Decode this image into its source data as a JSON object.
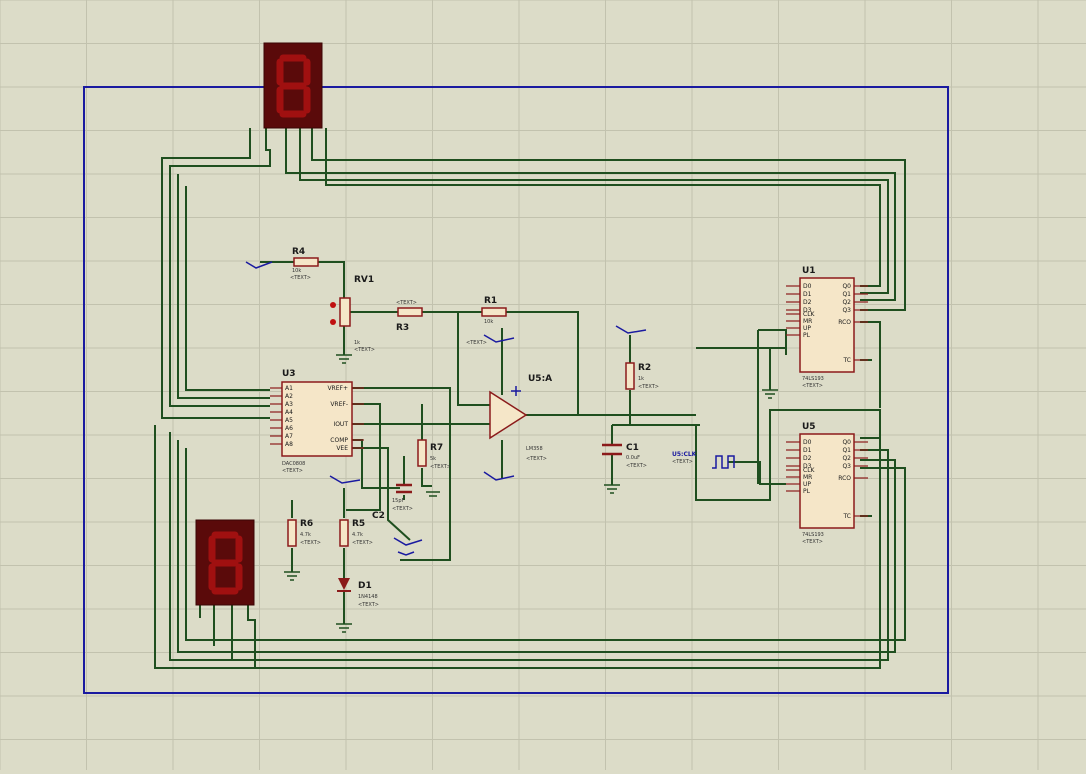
{
  "components": {
    "r4": {
      "ref": "R4",
      "value": "10k"
    },
    "rv1": {
      "ref": "RV1",
      "value": "1k"
    },
    "r3": {
      "ref": "R3"
    },
    "r1": {
      "ref": "R1",
      "value": "10k"
    },
    "r2": {
      "ref": "R2",
      "value": "1k"
    },
    "u3": {
      "ref": "U3",
      "part": "DAC0808"
    },
    "u5a": {
      "ref": "U5:A",
      "part": "LM358"
    },
    "r7": {
      "ref": "R7",
      "value": "5k"
    },
    "c2": {
      "ref": "C2",
      "value": "15pF"
    },
    "r5": {
      "ref": "R5",
      "value": "4.7k"
    },
    "r6": {
      "ref": "R6",
      "value": "4.7k"
    },
    "d1": {
      "ref": "D1",
      "part": "1N4148"
    },
    "c1": {
      "ref": "C1",
      "value": "0.0uF"
    },
    "u1": {
      "ref": "U1",
      "part": "74LS193"
    },
    "u5": {
      "ref": "U5",
      "part": "74LS193"
    },
    "clock": {
      "label": "U5:CLK"
    }
  },
  "text_placeholder": "<TEXT>",
  "u3_pins": {
    "left": [
      "A1",
      "A2",
      "A3",
      "A4",
      "A5",
      "A6",
      "A7",
      "A8"
    ],
    "right": [
      "VREF+",
      "VREF-",
      "IOUT",
      "COMP",
      "VEE"
    ]
  },
  "counter_pins": {
    "left": [
      "D0",
      "D1",
      "D2",
      "D3",
      "CLK",
      "MR",
      "UP",
      "PL"
    ],
    "right": [
      "Q0",
      "Q1",
      "Q2",
      "Q3",
      "RCO",
      "TC"
    ]
  },
  "colors": {
    "background": "#dcdcc8",
    "grid": "#c4c4b0",
    "wire": "#1f4f1f",
    "border": "#1a1aa0",
    "component": "#8b1a1a",
    "component_fill": "#f5e6c8",
    "display_bg": "#5a0a0a",
    "display_seg": "#a01010"
  }
}
